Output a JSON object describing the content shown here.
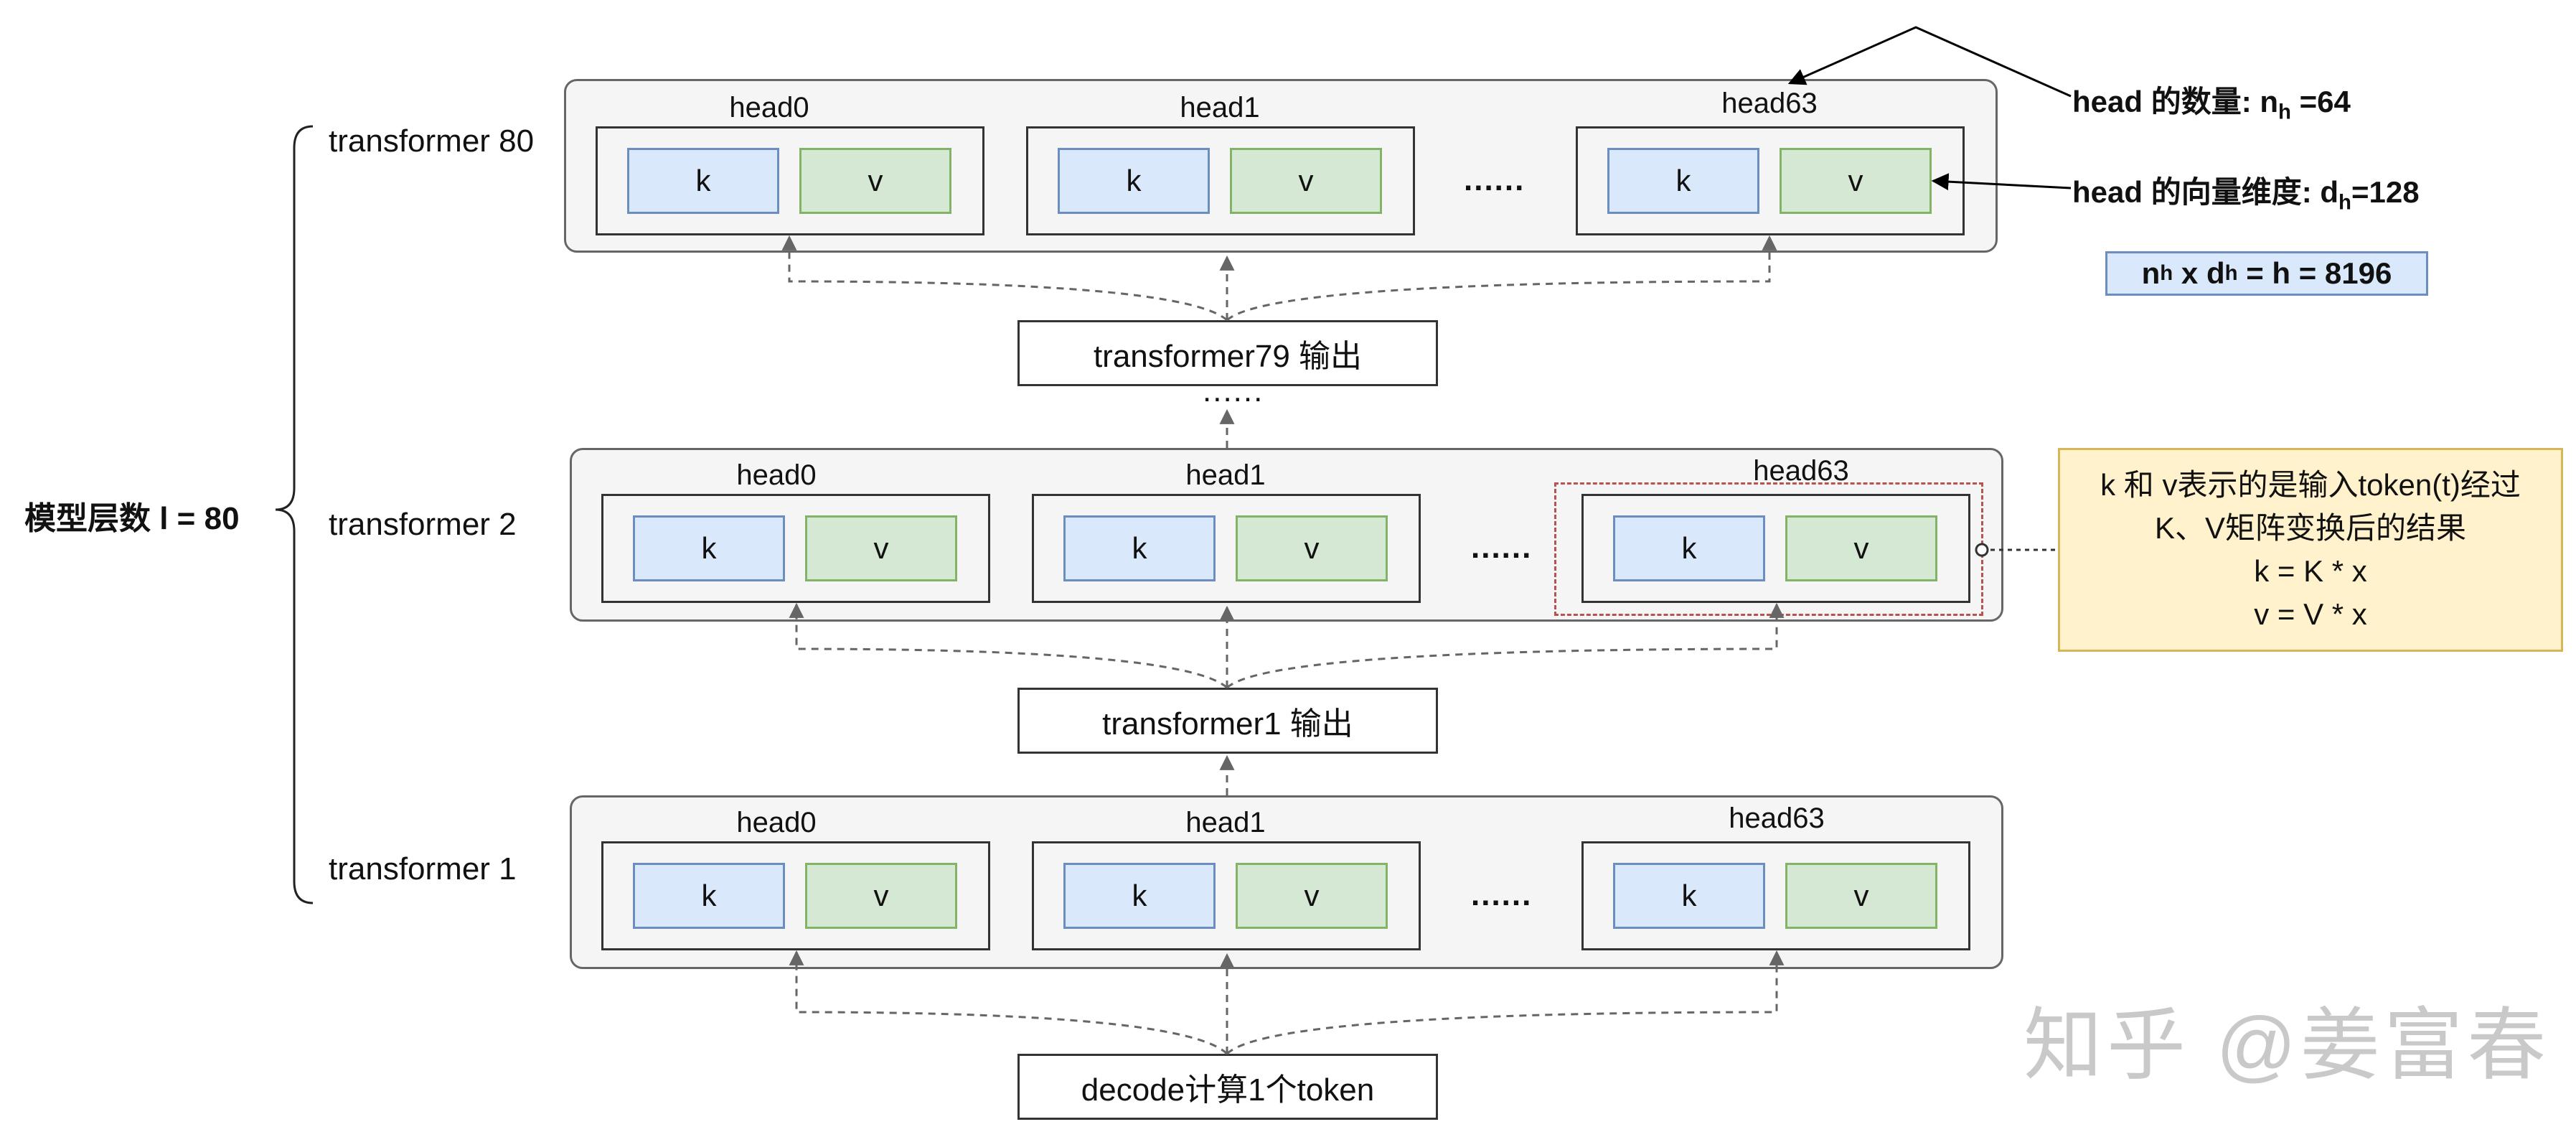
{
  "model_layers_label": "模型层数 l = 80",
  "layers": [
    {
      "label": "transformer 80",
      "heads": [
        "head0",
        "head1",
        "head63"
      ]
    },
    {
      "label": "transformer 2",
      "heads": [
        "head0",
        "head1",
        "head63"
      ]
    },
    {
      "label": "transformer 1",
      "heads": [
        "head0",
        "head1",
        "head63"
      ]
    }
  ],
  "cell_k": "k",
  "cell_v": "v",
  "ellipsis": "......",
  "vertical_ellipsis": "......",
  "outputs": {
    "t79": "transformer79 输出",
    "t1": "transformer1 输出",
    "decode": "decode计算1个token"
  },
  "annotations": {
    "num_heads_prefix": "head 的数量:",
    "num_heads_var": "n",
    "num_heads_sub": "h",
    "num_heads_val": " =64",
    "head_dim_prefix": "head 的向量维度: ",
    "head_dim_var": "d",
    "head_dim_sub": "h",
    "head_dim_val": "=128",
    "eq_n": "n",
    "eq_n_sub": "h",
    "eq_mid": " x ",
    "eq_d": "d",
    "eq_d_sub": "h",
    "eq_rest": " = h = 8196"
  },
  "note": {
    "line1": "k 和 v表示的是输入token(t)经过",
    "line2": "K、V矩阵变换后的结果",
    "line3": "k = K * x",
    "line4": "v = V * x"
  },
  "watermark": "知乎 @姜富春",
  "colors": {
    "k_fill": "#dae8fc",
    "v_fill": "#d5e8d4",
    "note_fill": "#fff2cc",
    "selection": "#b85450",
    "eq_fill": "#dae8fc"
  }
}
